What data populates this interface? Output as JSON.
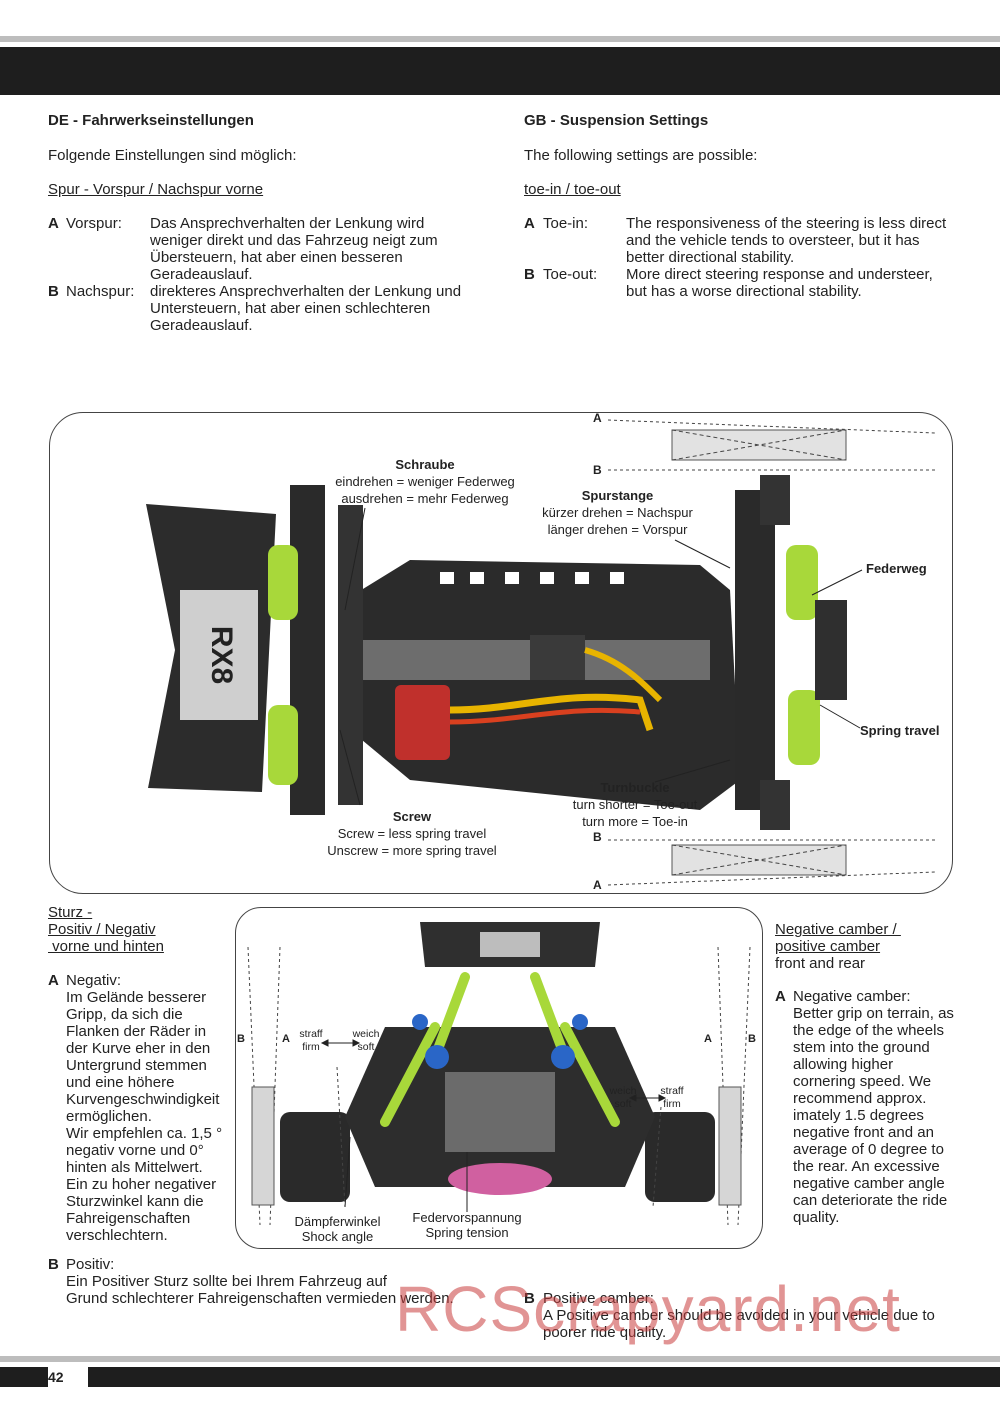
{
  "de": {
    "heading": "DE - Fahrwerkseinstellungen",
    "intro": "Folgende Einstellungen sind möglich:",
    "toe_title": "Spur - Vorspur / Nachspur vorne",
    "a_key": "A",
    "a_label": "Vorspur:",
    "a_text_1": "Das Ansprechverhalten der Lenkung wird",
    "a_text_2": "weniger direkt und das Fahrzeug neigt zum",
    "a_text_3": "Übersteuern, hat aber einen besseren",
    "a_text_4": "Geradeauslauf.",
    "b_key": "B",
    "b_label": "Nachspur:",
    "b_text_1": "direkteres Ansprechverhalten der Lenkung und",
    "b_text_2": "Untersteuern, hat aber einen schlechteren",
    "b_text_3": "Geradeauslauf.",
    "camber_title_1": "Sturz -",
    "camber_title_2": "Positiv / Negativ",
    "camber_title_3": " vorne und hinten",
    "neg_key": "A",
    "neg_label": "Negativ:",
    "neg_lines": [
      "Im Gelände besserer",
      "Gripp, da sich die",
      "Flanken der Räder in",
      "der Kurve eher in den",
      "Untergrund stemmen",
      "und eine höhere",
      "Kurvengeschwindigkeit",
      "ermöglichen.",
      "Wir empfehlen ca. 1,5 °",
      "negativ vorne und 0°",
      "hinten als Mittelwert.",
      "Ein zu hoher negativer",
      "Sturzwinkel kann die",
      "Fahreigenschaften",
      "verschlechtern."
    ],
    "pos_key": "B",
    "pos_label": "Positiv:",
    "pos_lines": [
      "Ein Positiver Sturz sollte bei Ihrem Fahrzeug auf",
      "Grund schlechterer Fahreigenschaften vermieden werden."
    ]
  },
  "gb": {
    "heading": "GB - Suspension Settings",
    "intro": "The following settings are possible:",
    "toe_title": "toe-in / toe-out",
    "a_key": "A",
    "a_label": "Toe-in:",
    "a_text_1": "The responsiveness of the steering is less direct",
    "a_text_2": "and the vehicle tends to oversteer, but it has",
    "a_text_3": "better directional stability.",
    "b_key": "B",
    "b_label": "Toe-out:",
    "b_text_1": "More direct steering response and understeer,",
    "b_text_2": "but has a worse directional stability.",
    "camber_title_1": "Negative camber / ",
    "camber_title_2": "positive camber",
    "camber_title_3": "front and rear",
    "neg_key": "A",
    "neg_label": "Negative camber:",
    "neg_lines": [
      "Better grip on terrain, as",
      "the edge of the wheels",
      "stem into the ground",
      "allowing higher",
      "cornering speed. We",
      "recommend approx.",
      "imately 1.5 degrees",
      "negative front and an",
      "average of 0 degree to",
      "the rear. An excessive",
      "negative camber angle",
      "can deteriorate the ride",
      "quality."
    ],
    "pos_key": "B",
    "pos_label": "Positive camber:",
    "pos_lines": [
      "A Positive camber should be avoided in your vehicle due to",
      "poorer ride quality."
    ]
  },
  "figure1": {
    "schraube_title": "Schraube",
    "schraube_1": "eindrehen = weniger Federweg",
    "schraube_2": "ausdrehen = mehr Federweg",
    "spurstange_title": "Spurstange",
    "spurstange_1": "kürzer drehen = Nachspur",
    "spurstange_2": "länger drehen = Vorspur",
    "federweg": "Federweg",
    "spring_travel": "Spring travel",
    "turnbuckle_title": "Turnbuckle",
    "turnbuckle_1": "turn shorter = Toe-out",
    "turnbuckle_2": "turn more = Toe-in",
    "screw_title": "Screw",
    "screw_1": "Screw = less spring travel",
    "screw_2": "Unscrew = more spring travel",
    "letter_a": "A",
    "letter_b": "B"
  },
  "figure2": {
    "straff": "straff",
    "firm": "firm",
    "weich": "weich",
    "soft": "soft",
    "straff2": "straff",
    "firm2": "firm",
    "weich2": "weich",
    "soft2": "soft",
    "daempfer_1": "Dämpferwinkel",
    "daempfer_2": "Shock angle",
    "feder_1": "Federvorspannung",
    "feder_2": "Spring tension",
    "letter_a": "A",
    "letter_b": "B"
  },
  "footer": {
    "page_number": "42"
  },
  "watermark": "RCScrapyard.net"
}
